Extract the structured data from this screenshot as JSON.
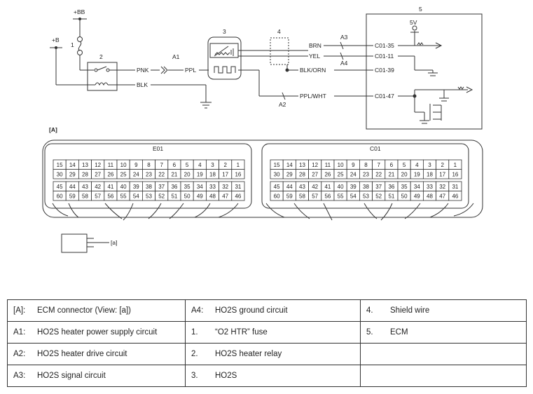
{
  "diagram": {
    "labels": {
      "plus_bb": "+BB",
      "plus_b": "+B",
      "n1": "1",
      "n2": "2",
      "n3": "3",
      "n4": "4",
      "n5": "5",
      "v5": "5V",
      "a1": "A1",
      "a2": "A2",
      "a3": "A3",
      "a4": "A4",
      "pnk": "PNK",
      "ppl": "PPL",
      "blk": "BLK",
      "brn": "BRN",
      "yel": "YEL",
      "blk_orn": "BLK/ORN",
      "ppl_wht": "PPL/WHT",
      "c0135": "C01-35",
      "c0111": "C01-11",
      "c0139": "C01-39",
      "c0147": "C01-47",
      "view_a": "[A]",
      "view_a_small": "[a]"
    },
    "connectors": [
      {
        "name": "E01",
        "rows": [
          [
            "15",
            "14",
            "13",
            "12",
            "11",
            "10",
            "9",
            "8",
            "7",
            "6",
            "5",
            "4",
            "3",
            "2",
            "1"
          ],
          [
            "30",
            "29",
            "28",
            "27",
            "26",
            "25",
            "24",
            "23",
            "22",
            "21",
            "20",
            "19",
            "18",
            "17",
            "16"
          ],
          [
            "45",
            "44",
            "43",
            "42",
            "41",
            "40",
            "39",
            "38",
            "37",
            "36",
            "35",
            "34",
            "33",
            "32",
            "31"
          ],
          [
            "60",
            "59",
            "58",
            "57",
            "56",
            "55",
            "54",
            "53",
            "52",
            "51",
            "50",
            "49",
            "48",
            "47",
            "46"
          ]
        ]
      },
      {
        "name": "C01",
        "rows": [
          [
            "15",
            "14",
            "13",
            "12",
            "11",
            "10",
            "9",
            "8",
            "7",
            "6",
            "5",
            "4",
            "3",
            "2",
            "1"
          ],
          [
            "30",
            "29",
            "28",
            "27",
            "26",
            "25",
            "24",
            "23",
            "22",
            "21",
            "20",
            "19",
            "18",
            "17",
            "16"
          ],
          [
            "45",
            "44",
            "43",
            "42",
            "41",
            "40",
            "39",
            "38",
            "37",
            "36",
            "35",
            "34",
            "33",
            "32",
            "31"
          ],
          [
            "60",
            "59",
            "58",
            "57",
            "56",
            "55",
            "54",
            "53",
            "52",
            "51",
            "50",
            "49",
            "48",
            "47",
            "46"
          ]
        ]
      }
    ]
  },
  "legend": {
    "rows": [
      [
        {
          "k": "[A]:",
          "v": "ECM connector (View: [a])"
        },
        {
          "k": "A4:",
          "v": "HO2S ground circuit"
        },
        {
          "k": "4.",
          "v": "Shield wire"
        }
      ],
      [
        {
          "k": "A1:",
          "v": "HO2S heater power supply circuit"
        },
        {
          "k": "1.",
          "v": "“O2 HTR” fuse"
        },
        {
          "k": "5.",
          "v": "ECM"
        }
      ],
      [
        {
          "k": "A2:",
          "v": "HO2S heater drive circuit"
        },
        {
          "k": "2.",
          "v": "HO2S heater relay"
        },
        {
          "k": "",
          "v": ""
        }
      ],
      [
        {
          "k": "A3:",
          "v": "HO2S signal circuit"
        },
        {
          "k": "3.",
          "v": "HO2S"
        },
        {
          "k": "",
          "v": ""
        }
      ]
    ]
  }
}
